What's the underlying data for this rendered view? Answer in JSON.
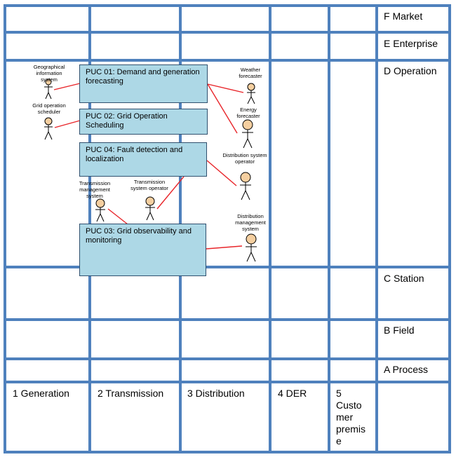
{
  "zones": {
    "market": "F Market",
    "enterprise": "E Enterprise",
    "operation": "D Operation",
    "station": "C Station",
    "field": "B Field",
    "process": "A Process"
  },
  "domains": {
    "generation": "1 Generation",
    "transmission": "2 Transmission",
    "distribution": "3 Distribution",
    "der": "4 DER",
    "customer": "5\nCusto\nmer\npremis\ne"
  },
  "pucs": {
    "puc01": "PUC 01: Demand and generation forecasting",
    "puc02": "PUC 02: Grid Operation Scheduling",
    "puc04": "PUC 04: Fault detection and localization",
    "puc03": "PUC 03: Grid observability and monitoring"
  },
  "actors": {
    "geo_info": "Geographical information system",
    "grid_scheduler": "Grid operation scheduler",
    "weather": "Weather forecaster",
    "energy": "Energy forecaster",
    "dso": "Distribution system operator",
    "tms": "Transmission management system",
    "tso": "Transmission system operator",
    "dms": "Distribution management system"
  },
  "colors": {
    "grid": "#4f81bd",
    "puc_fill": "#add8e6",
    "puc_border": "#30506e",
    "link": "#e8252a",
    "actor_head": "#f5cfa0"
  }
}
